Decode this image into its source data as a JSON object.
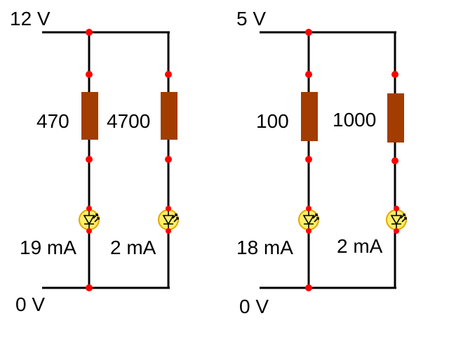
{
  "circuits": [
    {
      "supply": "12 V",
      "ground": "0 V",
      "branches": [
        {
          "resistor": "470",
          "current": "19 mA"
        },
        {
          "resistor": "4700",
          "current": "2 mA"
        }
      ]
    },
    {
      "supply": "5 V",
      "ground": "0 V",
      "branches": [
        {
          "resistor": "100",
          "current": "18 mA"
        },
        {
          "resistor": "1000",
          "current": "2 mA"
        }
      ]
    }
  ],
  "colors": {
    "wire": "#000000",
    "resistor": "#a33c00",
    "node": "#ff0000",
    "led": "#ffee66"
  }
}
